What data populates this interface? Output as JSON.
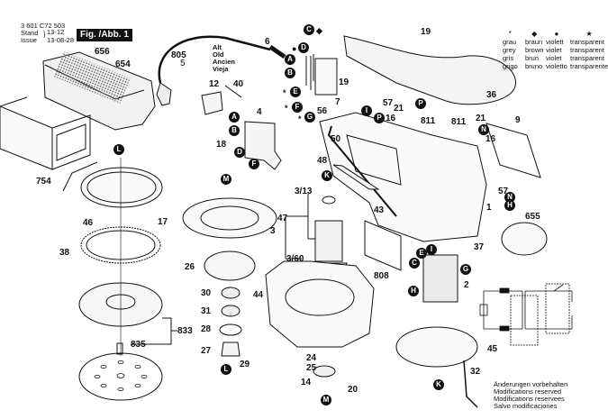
{
  "header": {
    "doc_number": "3 601 C72 503",
    "stand_label": "Stand",
    "issue_label": "Issue",
    "stand_value": "13-12",
    "issue_value": "13-08-28",
    "figure_title": "Fig. /Abb. 1"
  },
  "legend": {
    "columns": [
      {
        "symbol": "*",
        "symbol_name": "asterisk",
        "lines": [
          "grau",
          "grey",
          "gris",
          "grigo"
        ]
      },
      {
        "symbol": "◆",
        "symbol_name": "diamond",
        "lines": [
          "braun",
          "brown",
          "brun",
          "bruno"
        ]
      },
      {
        "symbol": "●",
        "symbol_name": "dot",
        "lines": [
          "violett",
          "violet",
          "violet",
          "violetto"
        ]
      },
      {
        "symbol": "★",
        "symbol_name": "star",
        "lines": [
          "transparent",
          "transparent",
          "transparent",
          "transparente"
        ]
      }
    ]
  },
  "old_version_labels": [
    "Alt",
    "Old",
    "Ancien",
    "Vieja"
  ],
  "part_labels": [
    {
      "id": "p656",
      "text": "656"
    },
    {
      "id": "p654",
      "text": "654"
    },
    {
      "id": "p805",
      "text": "805"
    },
    {
      "id": "p5",
      "text": "5"
    },
    {
      "id": "p6",
      "text": "6"
    },
    {
      "id": "p12",
      "text": "12"
    },
    {
      "id": "p40",
      "text": "40"
    },
    {
      "id": "p4",
      "text": "4"
    },
    {
      "id": "p18",
      "text": "18"
    },
    {
      "id": "p754",
      "text": "754"
    },
    {
      "id": "p46",
      "text": "46"
    },
    {
      "id": "p17",
      "text": "17"
    },
    {
      "id": "p38",
      "text": "38"
    },
    {
      "id": "p833",
      "text": "833"
    },
    {
      "id": "p835",
      "text": "835"
    },
    {
      "id": "p47",
      "text": "47"
    },
    {
      "id": "p3_13",
      "text": "3/13"
    },
    {
      "id": "p3",
      "text": "3"
    },
    {
      "id": "p3_60",
      "text": "3/60"
    },
    {
      "id": "p26",
      "text": "26"
    },
    {
      "id": "p30",
      "text": "30"
    },
    {
      "id": "p31",
      "text": "31"
    },
    {
      "id": "p28",
      "text": "28"
    },
    {
      "id": "p27",
      "text": "27"
    },
    {
      "id": "p29",
      "text": "29"
    },
    {
      "id": "p44",
      "text": "44"
    },
    {
      "id": "p24",
      "text": "24"
    },
    {
      "id": "p25",
      "text": "25"
    },
    {
      "id": "p14",
      "text": "14"
    },
    {
      "id": "p20",
      "text": "20"
    },
    {
      "id": "p56",
      "text": "56"
    },
    {
      "id": "p19a",
      "text": "19"
    },
    {
      "id": "p19b",
      "text": "19"
    },
    {
      "id": "p7",
      "text": "7"
    },
    {
      "id": "p57a",
      "text": "57"
    },
    {
      "id": "p21a",
      "text": "21"
    },
    {
      "id": "p16a",
      "text": "16"
    },
    {
      "id": "p811a",
      "text": "811"
    },
    {
      "id": "p36",
      "text": "36"
    },
    {
      "id": "p811b",
      "text": "811"
    },
    {
      "id": "p21b",
      "text": "21"
    },
    {
      "id": "p16b",
      "text": "16"
    },
    {
      "id": "p9",
      "text": "9"
    },
    {
      "id": "p57b",
      "text": "57"
    },
    {
      "id": "p1",
      "text": "1"
    },
    {
      "id": "p655",
      "text": "655"
    },
    {
      "id": "p37",
      "text": "37"
    },
    {
      "id": "p50",
      "text": "50"
    },
    {
      "id": "p48",
      "text": "48"
    },
    {
      "id": "p43",
      "text": "43"
    },
    {
      "id": "p808",
      "text": "808"
    },
    {
      "id": "p2",
      "text": "2"
    },
    {
      "id": "p45",
      "text": "45"
    },
    {
      "id": "p32",
      "text": "32"
    }
  ],
  "connector_badges": [
    "A",
    "B",
    "C",
    "D",
    "E",
    "F",
    "G",
    "H",
    "I",
    "K",
    "L",
    "M",
    "N",
    "P"
  ],
  "footer_note": [
    "Änderungen vorbehalten",
    "Modifications reserved",
    "Modifications reservees",
    "Salvo modificaciones"
  ]
}
